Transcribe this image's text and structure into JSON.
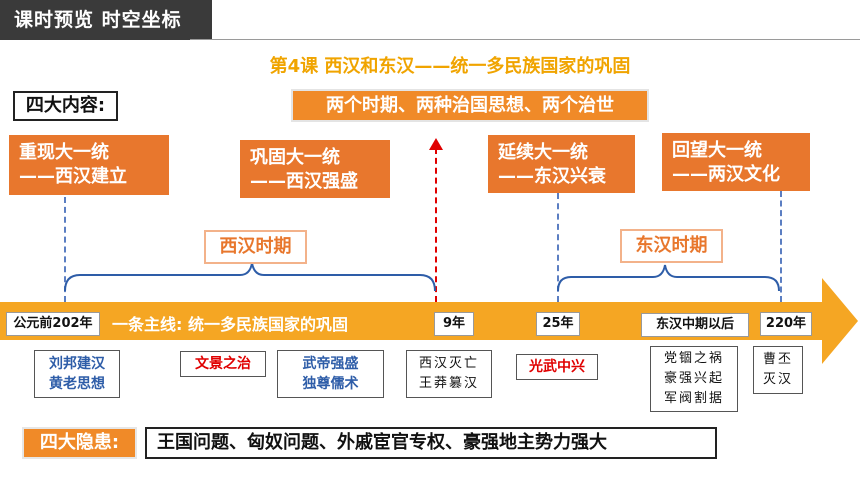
{
  "header": {
    "title": "课时预览  时空坐标"
  },
  "lesson_title": "第4课    西汉和东汉——统一多民族国家的巩固",
  "four_contents": {
    "label": "四大内容:",
    "text": "两个时期、两种治国思想、两个治世"
  },
  "topics": [
    {
      "line1": "重现大一统",
      "line2": "——西汉建立"
    },
    {
      "line1": "巩固大一统",
      "line2": "——西汉强盛"
    },
    {
      "line1": "延续大一统",
      "line2": "——东汉兴衰"
    },
    {
      "line1": "回望大一统",
      "line2": "——两汉文化"
    }
  ],
  "periods": {
    "western": "西汉时期",
    "eastern": "东汉时期"
  },
  "timeline": {
    "main_line": "一条主线: 统一多民族国家的巩固",
    "dates": [
      "公元前202年",
      "9年",
      "25年",
      "东汉中期以后",
      "220年"
    ],
    "colors": {
      "arrow": "#f5a623",
      "box_orange": "#e8772d",
      "accent_red": "#e00000",
      "accent_blue": "#2e5da8"
    }
  },
  "events": [
    {
      "line1": "刘邦建汉",
      "line2": "黄老思想"
    },
    {
      "line1": "文景之治",
      "line2": ""
    },
    {
      "line1": "武帝强盛",
      "line2": "独尊儒术"
    },
    {
      "line1": "西汉灭亡",
      "line2": "王莽篡汉"
    },
    {
      "line1": "光武中兴",
      "line2": ""
    },
    {
      "line1": "党锢之祸",
      "line2": "豪强兴起",
      "line3": "军阀割据"
    },
    {
      "line1": "曹丕",
      "line2": "灭汉"
    }
  ],
  "four_hazards": {
    "label": "四大隐患:",
    "text": "王国问题、匈奴问题、外戚宦官专权、豪强地主势力强大"
  }
}
